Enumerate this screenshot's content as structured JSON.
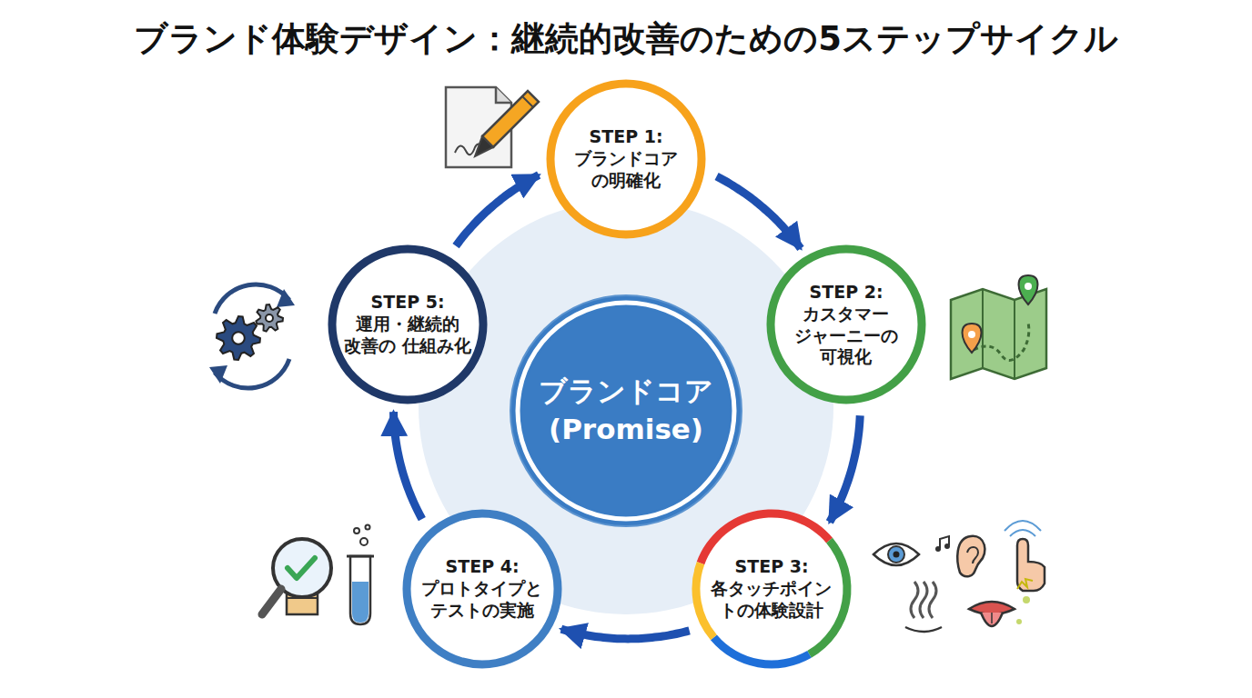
{
  "diagram": {
    "title": "ブランド体験デザイン：継続的改善のための5ステップサイクル",
    "nodes": [
      {
        "text": [
          "STEP 1:",
          "ブランドコア の明確化"
        ]
      },
      {
        "text": [
          "STEP 2:",
          "カスタマー ジャーニーの 可視化"
        ]
      },
      {
        "text": [
          "STEP 3:",
          "各タッチポイン トの体験設計"
        ]
      },
      {
        "text": [
          "STEP 4:",
          "プロトタイプと テストの実施"
        ]
      },
      {
        "text": [
          "STEP 5:",
          "運用・継続的 改善の 仕組み化"
        ]
      },
      {
        "text": [
          "ブランドコア (Promise)"
        ]
      }
    ],
    "edges": [
      {
        "from": 0,
        "to": 1,
        "arrow": "to"
      },
      {
        "from": 1,
        "to": 2,
        "arrow": "to"
      },
      {
        "from": 2,
        "to": 3,
        "arrow": "to"
      },
      {
        "from": 3,
        "to": 4,
        "arrow": "to"
      },
      {
        "from": 4,
        "to": 0,
        "arrow": "to"
      }
    ]
  }
}
